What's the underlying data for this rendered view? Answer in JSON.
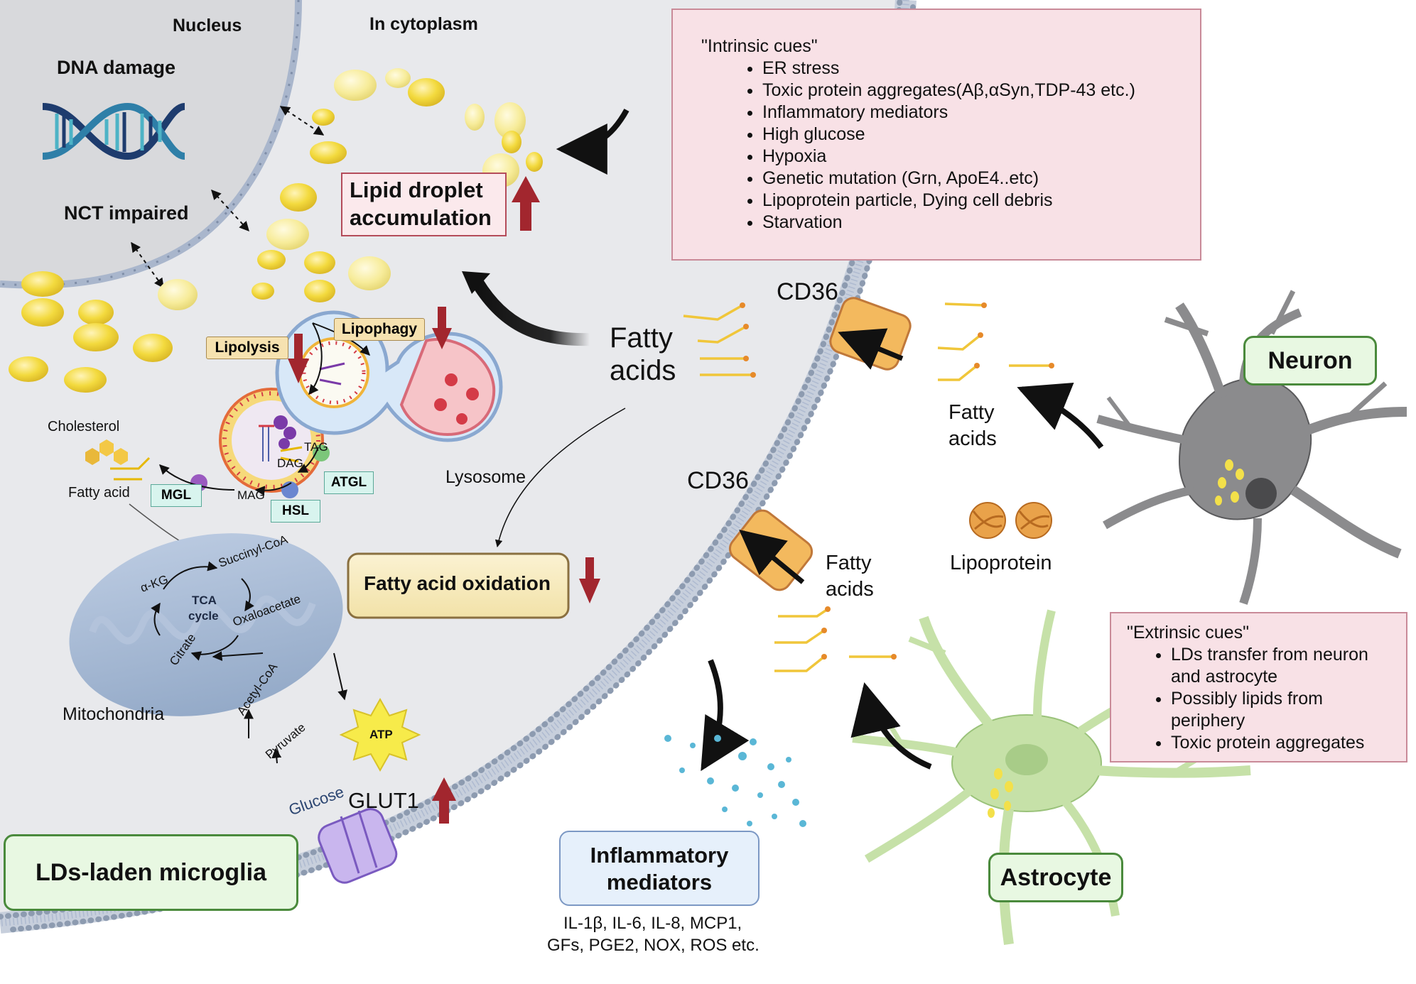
{
  "header": {
    "nucleus": "Nucleus",
    "cytoplasm": "In cytoplasm"
  },
  "nucleus": {
    "dna_damage": "DNA damage",
    "nct_impaired": "NCT impaired"
  },
  "lipid_accumulation": {
    "line1": "Lipid droplet",
    "line2": "accumulation"
  },
  "intrinsic": {
    "title": "\"Intrinsic cues\"",
    "items": [
      "ER stress",
      "Toxic protein aggregates(Aβ,αSyn,TDP-43 etc.)",
      "Inflammatory mediators",
      "High glucose",
      "Hypoxia",
      "Genetic mutation (Grn, ApoE4..etc)",
      "Lipoprotein particle, Dying cell debris",
      "Starvation"
    ]
  },
  "extrinsic": {
    "title": "\"Extrinsic cues\"",
    "items": [
      "LDs transfer from neuron and astrocyte",
      "Possibly lipids from periphery",
      "Toxic protein aggregates"
    ]
  },
  "lipolysis": "Lipolysis",
  "lipophagy": "Lipophagy",
  "lysosome": "Lysosome",
  "enzymes": {
    "atgl": "ATGL",
    "hsl": "HSL",
    "mgl": "MGL"
  },
  "glycerides": {
    "tag": "TAG",
    "dag": "DAG",
    "mag": "MAG"
  },
  "cholesterol": "Cholesterol",
  "fatty_acid": "Fatty acid",
  "fatty_acids_main": {
    "line1": "Fatty",
    "line2": "acids"
  },
  "fatty_acids_neuron": {
    "line1": "Fatty",
    "line2": "acids"
  },
  "fatty_acids_astro": {
    "line1": "Fatty",
    "line2": "acids"
  },
  "cd36_top": "CD36",
  "cd36_bottom": "CD36",
  "fao": "Fatty acid oxidation",
  "tca": {
    "succinyl": "Succinyl-CoA",
    "akg": "α-KG",
    "tca1": "TCA",
    "tca2": "cycle",
    "oxaloacetate": "Oxaloacetate",
    "citrate": "Citrate",
    "acetyl": "Acetyl-CoA",
    "pyruvate": "Pyruvate",
    "glucose": "Glucose"
  },
  "mitochondria": "Mitochondria",
  "atp": "ATP",
  "glut1": "GLUT1",
  "microglia": "LDs-laden microglia",
  "inflammatory": {
    "line1": "Inflammatory",
    "line2": "mediators",
    "list1": "IL-1β, IL-6, IL-8, MCP1,",
    "list2": "GFs, PGE2, NOX, ROS etc."
  },
  "neuron": "Neuron",
  "astrocyte": "Astrocyte",
  "lipoprotein": "Lipoprotein",
  "colors": {
    "cytoplasm": "#e8e9ec",
    "nucleus": "#d8d9dc",
    "droplet": "#f2d84a",
    "membrane_bead": "#8e9cb0",
    "arrow_red": "#a2262e",
    "cd36": "#f0b04a",
    "glut1": "#a88ad8",
    "pink_box": "#f8e1e6",
    "green_box": "#e8f8e2",
    "blue_box": "#e6f0fb",
    "fao_box": "#f7ecc2",
    "neuron": "#8b8b8d",
    "astrocyte": "#c6e1a8"
  }
}
